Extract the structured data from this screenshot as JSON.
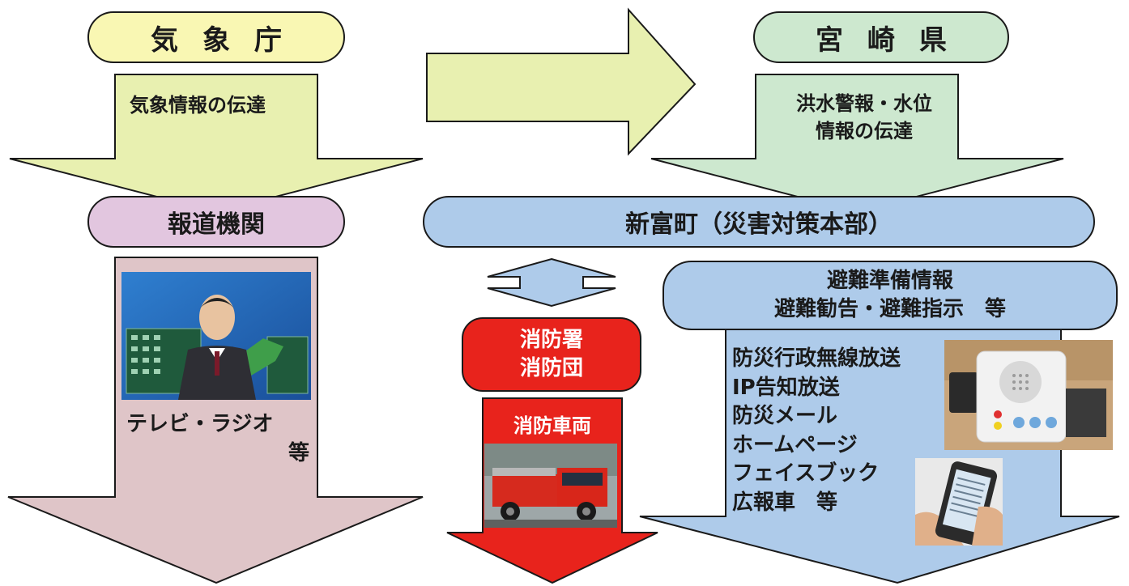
{
  "jma": {
    "label": "気象庁",
    "note": "気象情報の伝達"
  },
  "pref": {
    "label": "宮崎県",
    "note_lines": [
      "洪水警報・水位",
      "情報の伝達"
    ]
  },
  "media": {
    "label": "報道機関",
    "caption_lines": [
      "テレビ・ラジオ",
      "等"
    ]
  },
  "town": {
    "label": "新富町（災害対策本部）"
  },
  "evac": {
    "lines": [
      "避難準備情報",
      "避難勧告・避難指示　等"
    ]
  },
  "fire": {
    "label_lines": [
      "消防署",
      "消防団"
    ],
    "vehicle_label": "消防車両"
  },
  "channels": {
    "items": [
      "防災行政無線放送",
      "IP告知放送",
      "防災メール",
      "ホームページ",
      "フェイスブック",
      "広報車　等"
    ]
  },
  "colors": {
    "jma_fill": "#e8f0b0",
    "pref_fill": "#cde8cf",
    "media_fill": "#e2c6df",
    "media_arrow": "#dfc5c8",
    "town_fill": "#aecbea",
    "fire_red": "#e8231c",
    "arrow_stroke": "#1a1a1a"
  }
}
